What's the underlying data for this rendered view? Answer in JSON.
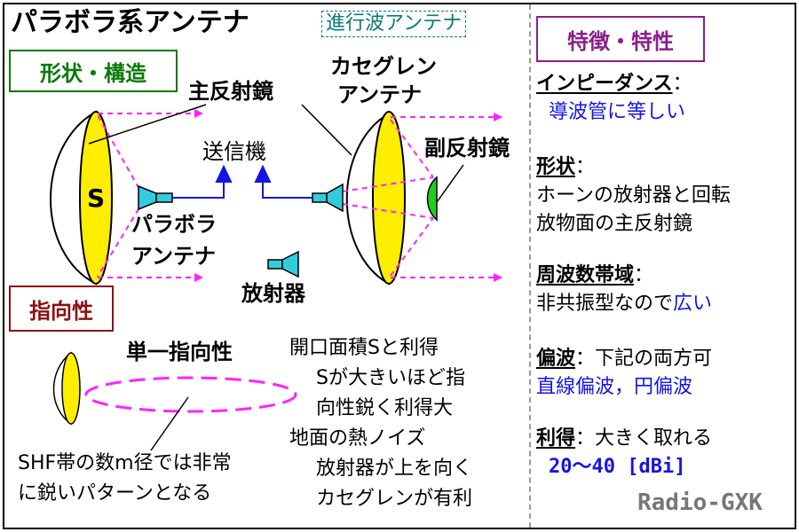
{
  "title": "パラボラ系アンテナ",
  "badge_traveling": "進行波アンテナ",
  "section_shape": "形状・構造",
  "section_directivity": "指向性",
  "section_features": "特徴・特性",
  "labels": {
    "main_reflector": "主反射鏡",
    "cassegrain_line1": "カセグレン",
    "cassegrain_line2": "アンテナ",
    "transmitter": "送信機",
    "sub_reflector": "副反射鏡",
    "s_mark": "S",
    "parabola_line1": "パラボラ",
    "parabola_line2": "アンテナ",
    "radiator": "放射器",
    "unidirectional": "単一指向性"
  },
  "notes": {
    "aperture_1": "開口面積Sと利得",
    "aperture_2": "Sが大きいほど指",
    "aperture_3": "向性鋭く利得大",
    "noise_1": "地面の熱ノイズ",
    "noise_2": "放射器が上を向く",
    "noise_3": "カセグレンが有利",
    "shf_1": "SHF帯の数m径では非常",
    "shf_2": "に鋭いパターンとなる"
  },
  "features": {
    "impedance_label": "インピーダンス",
    "impedance_colon": "：",
    "impedance_value": "導波管に等しい",
    "shape_label": "形状",
    "shape_colon": "：",
    "shape_value_1": "ホーンの放射器と回転",
    "shape_value_2": "放物面の主反射鏡",
    "band_label": "周波数帯域",
    "band_colon": "：",
    "band_value_black": "非共振型なので",
    "band_value_blue": "広い",
    "pol_label": "偏波",
    "pol_text": "：下記の両方可",
    "pol_value": "直線偏波，円偏波",
    "gain_label": "利得",
    "gain_text": "：大きく取れる",
    "gain_value": "20～40 [dBi]"
  },
  "credit": "Radio-GXK",
  "colors": {
    "green": "#0a7a0a",
    "maroon": "#8b1010",
    "purple": "#8a1f8a",
    "teal": "#0a7a7a",
    "blue": "#1414e6",
    "yellow": "#ffee00",
    "cyan": "#33ccdd",
    "magenta": "#ff22ff",
    "reflector_green": "#22cc22",
    "credit_gray": "#777777"
  }
}
